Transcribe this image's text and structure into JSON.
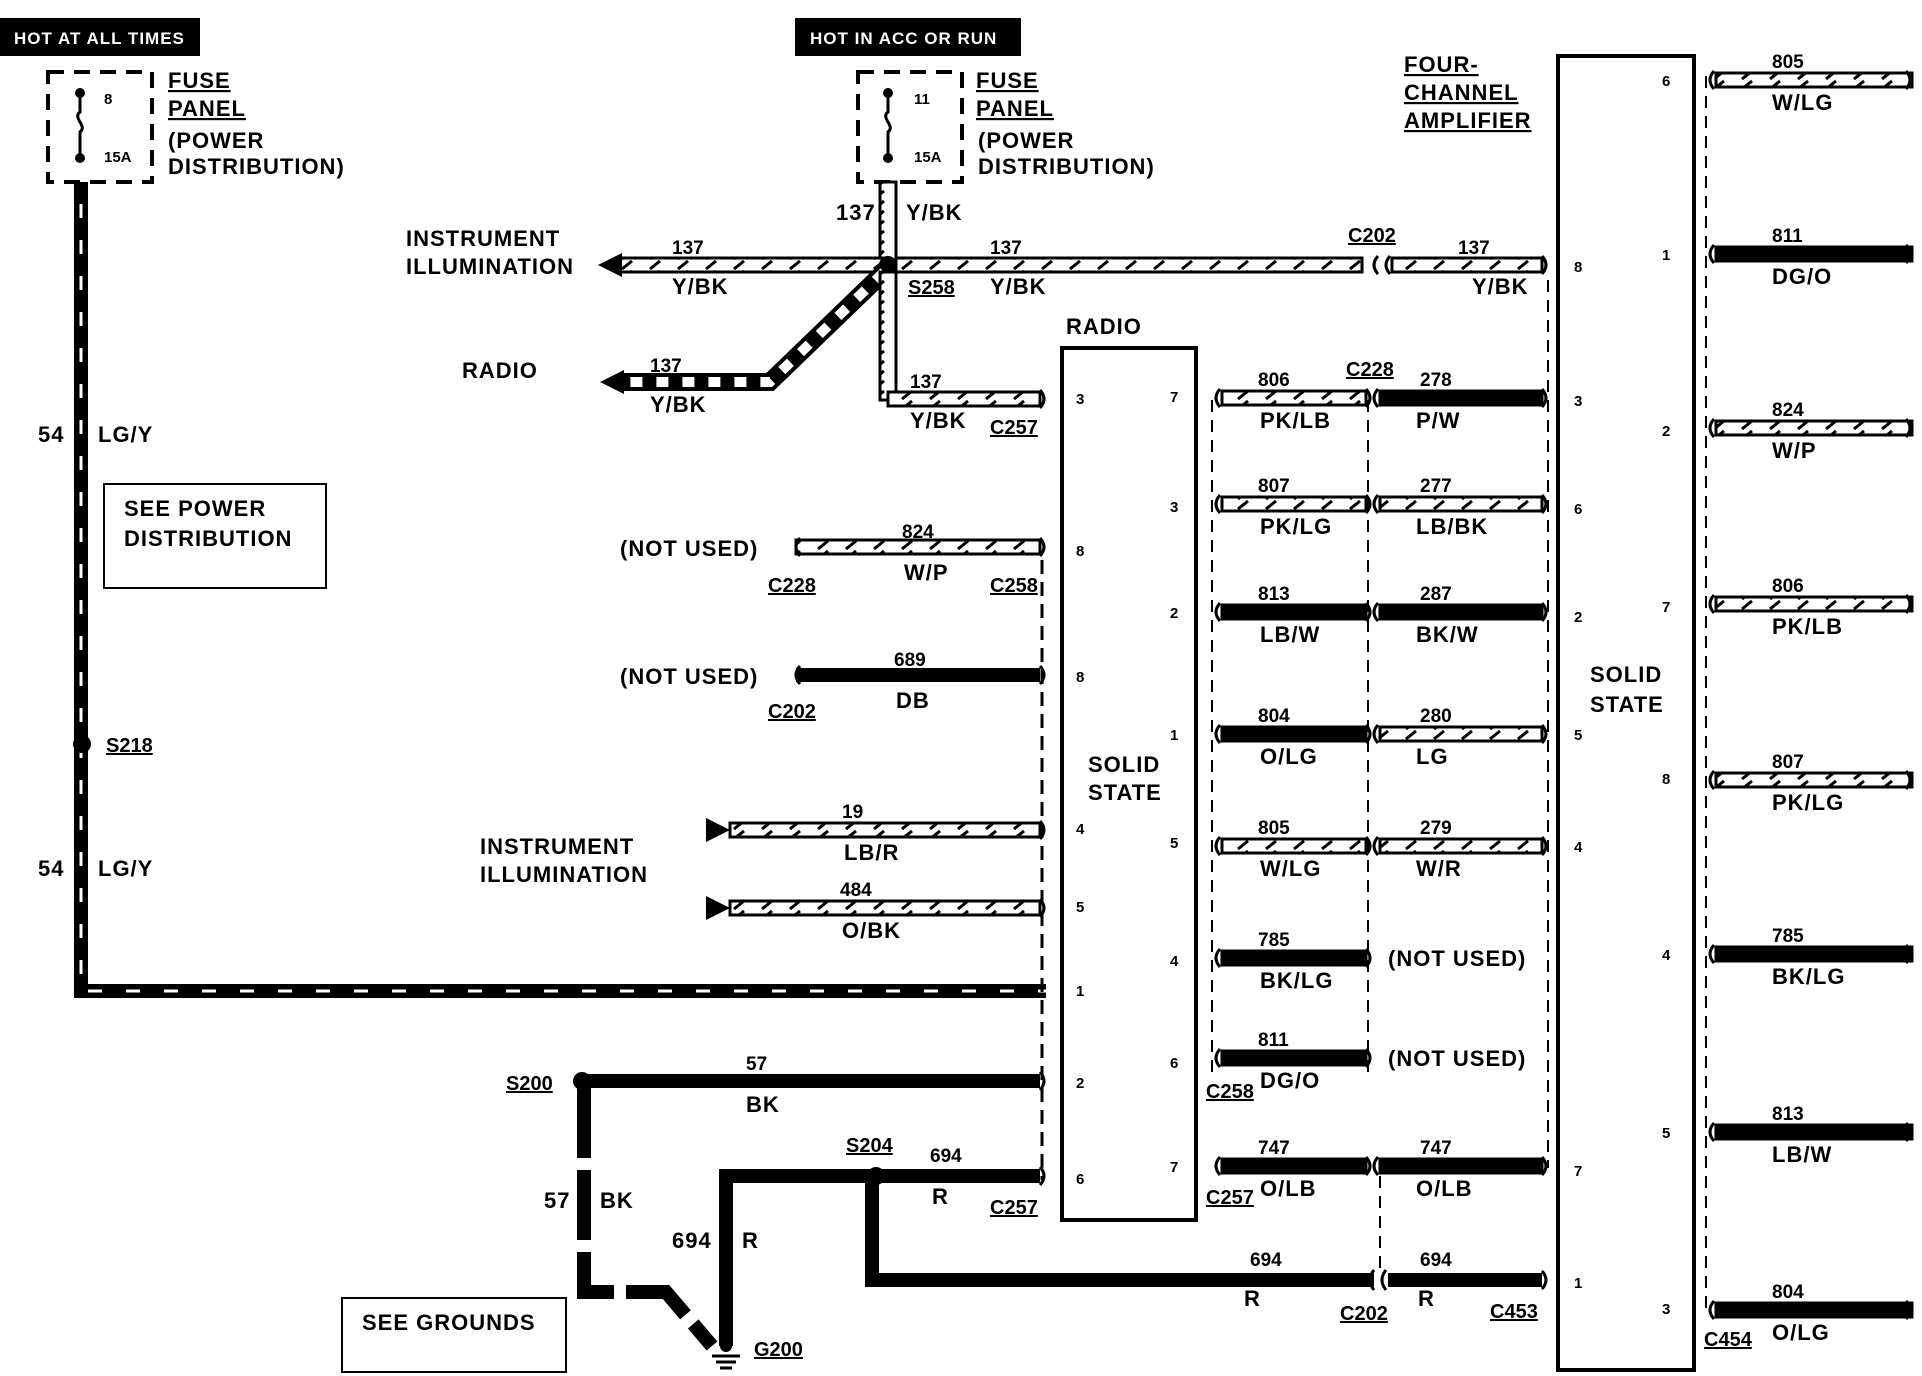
{
  "power_sources": {
    "hot_at_all_times": "HOT AT ALL TIMES",
    "hot_in_acc_or_run": "HOT IN ACC OR RUN"
  },
  "fuse_left": {
    "number": "8",
    "rating": "15A",
    "title_1": "FUSE",
    "title_2": "PANEL",
    "sub_1": "(POWER",
    "sub_2": "DISTRIBUTION)"
  },
  "fuse_right": {
    "number": "11",
    "rating": "15A",
    "title_1": "FUSE",
    "title_2": "PANEL",
    "sub_1": "(POWER",
    "sub_2": "DISTRIBUTION)"
  },
  "left_circuit": {
    "wire_1": {
      "num": "54",
      "color": "LG/Y"
    },
    "wire_2": {
      "num": "54",
      "color": "LG/Y"
    },
    "see_box_1": "SEE POWER",
    "see_box_2": "DISTRIBUTION",
    "splice": "S218"
  },
  "top_circuit": {
    "feed": {
      "num": "137",
      "color": "Y/BK"
    },
    "instrument_illumination_1": "INSTRUMENT",
    "instrument_illumination_2": "ILLUMINATION",
    "ii_wire": {
      "num": "137",
      "color": "Y/BK"
    },
    "splice": "S258",
    "amp_wire_a": {
      "num": "137",
      "color": "Y/BK"
    },
    "connector_c202": "C202",
    "amp_wire_b": {
      "num": "137",
      "color": "Y/BK"
    },
    "radio_label": "RADIO",
    "radio_wire": {
      "num": "137",
      "color": "Y/BK"
    },
    "radio_pin_wire": {
      "num": "137",
      "color": "Y/BK"
    },
    "connector_c257": "C257"
  },
  "radio": {
    "title": "RADIO",
    "solid_1": "SOLID",
    "solid_2": "STATE",
    "left_pins": [
      "3",
      "8",
      "8",
      "4",
      "5",
      "1",
      "2",
      "6"
    ],
    "right_pins": [
      "7",
      "3",
      "2",
      "1",
      "5",
      "4",
      "6",
      "7"
    ]
  },
  "radio_left_wires": {
    "not_used_1": "(NOT USED)",
    "w824": {
      "num": "824",
      "color": "W/P"
    },
    "c228": "C228",
    "c258": "C258",
    "not_used_2": "(NOT USED)",
    "w689": {
      "num": "689",
      "color": "DB"
    },
    "c202": "C202",
    "ii_1": "INSTRUMENT",
    "ii_2": "ILLUMINATION",
    "w19": {
      "num": "19",
      "color": "LB/R"
    },
    "w484": {
      "num": "484",
      "color": "O/BK"
    },
    "w57": {
      "num": "57",
      "color": "BK"
    },
    "s200": "S200",
    "w57v": {
      "num": "57",
      "color": "BK"
    },
    "s204": "S204",
    "w694": {
      "num": "694",
      "color": "R"
    },
    "w694v": {
      "num": "694",
      "color": "R"
    },
    "c257": "C257",
    "see_grounds": "SEE GROUNDS",
    "g200": "G200"
  },
  "radio_amp_wires": [
    {
      "left_num": "806",
      "left_color": "PK/LB",
      "right_num": "278",
      "right_color": "P/W"
    },
    {
      "left_num": "807",
      "left_color": "PK/LG",
      "right_num": "277",
      "right_color": "LB/BK"
    },
    {
      "left_num": "813",
      "left_color": "LB/W",
      "right_num": "287",
      "right_color": "BK/W"
    },
    {
      "left_num": "804",
      "left_color": "O/LG",
      "right_num": "280",
      "right_color": "LG"
    },
    {
      "left_num": "805",
      "left_color": "W/LG",
      "right_num": "279",
      "right_color": "W/R"
    },
    {
      "left_num": "785",
      "left_color": "BK/LG",
      "right_num": "",
      "right_color": "(NOT USED)"
    },
    {
      "left_num": "811",
      "left_color": "DG/O",
      "right_num": "",
      "right_color": "(NOT USED)"
    },
    {
      "left_num": "747",
      "left_color": "O/LB",
      "right_num": "747",
      "right_color": "O/LB"
    }
  ],
  "mid_connectors": {
    "c228": "C228",
    "c258": "C258",
    "c257": "C257",
    "c202": "C202",
    "c453": "C453",
    "w694a": {
      "num": "694",
      "color": "R"
    },
    "w694b": {
      "num": "694",
      "color": "R"
    }
  },
  "amplifier": {
    "title_1": "FOUR-",
    "title_2": "CHANNEL",
    "title_3": "AMPLIFIER",
    "solid_1": "SOLID",
    "solid_2": "STATE",
    "left_pins": [
      "8",
      "3",
      "6",
      "2",
      "5",
      "4",
      "7",
      "1"
    ],
    "right_pins": [
      "6",
      "1",
      "2",
      "7",
      "8",
      "4",
      "5",
      "3"
    ]
  },
  "amp_output_wires": [
    {
      "num": "805",
      "color": "W/LG"
    },
    {
      "num": "811",
      "color": "DG/O"
    },
    {
      "num": "824",
      "color": "W/P"
    },
    {
      "num": "806",
      "color": "PK/LB"
    },
    {
      "num": "807",
      "color": "PK/LG"
    },
    {
      "num": "785",
      "color": "BK/LG"
    },
    {
      "num": "813",
      "color": "LB/W"
    },
    {
      "num": "804",
      "color": "O/LG"
    }
  ],
  "amp_output_connector": "C454"
}
